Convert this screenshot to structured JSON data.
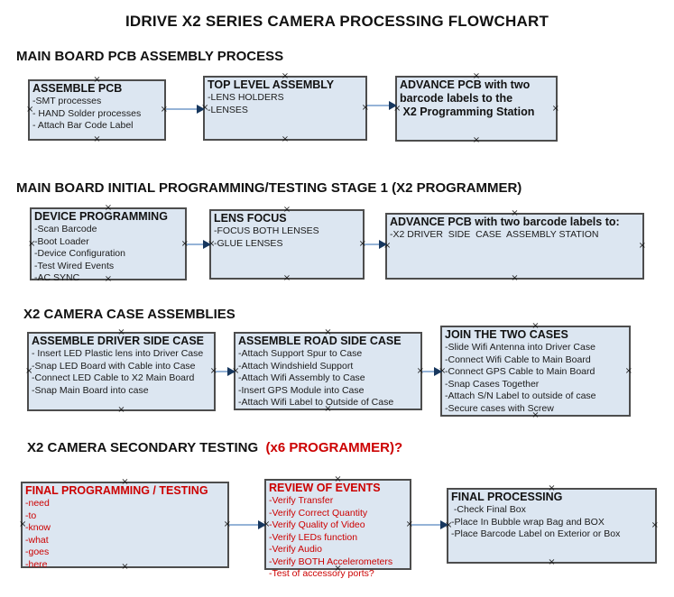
{
  "page_title": "IDRIVE X2  SERIES CAMERA PROCESSING FLOWCHART",
  "icons": {
    "connection_marker": "×"
  },
  "colors": {
    "box_fill": "#dce6f1",
    "box_border": "#4d4d4d",
    "connector_line": "#95b3d7",
    "connector_arrowhead": "#17375e",
    "accent_red": "#cc0000"
  },
  "sections": [
    {
      "header": "MAIN BOARD PCB ASSEMBLY PROCESS",
      "boxes": [
        {
          "title": "ASSEMBLE PCB",
          "items": [
            "-SMT processes",
            "- HAND Solder processes",
            "- Attach Bar Code Label"
          ]
        },
        {
          "title": "TOP LEVEL ASSEMBLY",
          "items": [
            "-LENS HOLDERS",
            "-LENSES"
          ]
        },
        {
          "title": "ADVANCE PCB with two\nbarcode labels to the\n X2 Programming Station",
          "items": []
        }
      ]
    },
    {
      "header": "MAIN BOARD INITIAL PROGRAMMING/TESTING STAGE 1 (X2 PROGRAMMER)",
      "boxes": [
        {
          "title": "DEVICE PROGRAMMING",
          "items": [
            "-Scan Barcode",
            "-Boot Loader",
            "-Device Configuration",
            "-Test Wired Events",
            "-AC SYNC"
          ]
        },
        {
          "title": "LENS FOCUS",
          "items": [
            "-FOCUS BOTH LENSES",
            "-GLUE LENSES"
          ]
        },
        {
          "title": "ADVANCE PCB with two barcode labels to:",
          "items": [
            "-X2 DRIVER  SIDE  CASE  ASSEMBLY STATION"
          ]
        }
      ]
    },
    {
      "header": "X2 CAMERA CASE ASSEMBLIES",
      "boxes": [
        {
          "title": "ASSEMBLE DRIVER SIDE CASE",
          "items": [
            "- Insert LED Plastic lens into Driver Case",
            "-Snap LED Board with Cable into Case",
            "-Connect LED Cable to X2 Main Board",
            "-Snap Main Board into case"
          ]
        },
        {
          "title": "ASSEMBLE ROAD SIDE CASE",
          "items": [
            "-Attach Support Spur to Case",
            "-Attach Windshield Support",
            "-Attach Wifi Assembly to Case",
            "-Insert GPS Module into Case",
            "-Attach Wifi Label to Outside of Case"
          ]
        },
        {
          "title": "JOIN THE TWO CASES",
          "items": [
            "-Slide Wifi Antenna into Driver Case",
            "-Connect Wifi Cable to Main Board",
            "-Connect GPS Cable to Main Board",
            "-Snap Cases Together",
            "-Attach S/N Label to outside of case",
            "-Secure cases with Screw"
          ]
        }
      ]
    },
    {
      "header": "X2 CAMERA SECONDARY TESTING ",
      "header_red": " (x6 PROGRAMMER)?",
      "boxes": [
        {
          "title": "FINAL PROGRAMMING / TESTING",
          "items": [
            "-need",
            "-to",
            "-know",
            "-what",
            "-goes",
            "-here"
          ]
        },
        {
          "title": "REVIEW OF EVENTS",
          "items": [
            "-Verify Transfer",
            "-Verify Correct Quantity",
            "-Verify Quality of Video",
            "-Verify LEDs function",
            "-Verify Audio",
            "-Verify BOTH Accelerometers",
            "-Test of accessory ports?"
          ]
        },
        {
          "title": "FINAL PROCESSING",
          "items": [
            " -Check Final Box",
            "-Place In Bubble wrap Bag and BOX",
            "-Place Barcode Label on Exterior or Box"
          ]
        }
      ]
    }
  ]
}
